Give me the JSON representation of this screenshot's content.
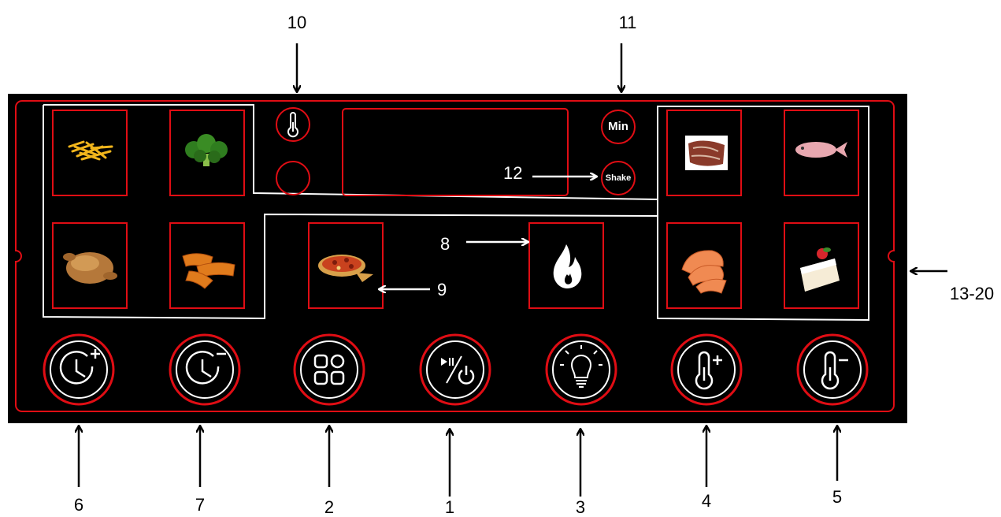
{
  "panel": {
    "colors": {
      "background": "#000000",
      "accent": "#e00d14",
      "outline": "#ffffff",
      "text": "#ffffff"
    },
    "display_buttons": {
      "min_label": "Min",
      "shake_label": "Shake"
    },
    "presets": [
      {
        "icon": "fries-icon"
      },
      {
        "icon": "broccoli-icon"
      },
      {
        "icon": "chicken-icon"
      },
      {
        "icon": "wings-icon"
      },
      {
        "icon": "steak-icon"
      },
      {
        "icon": "fish-icon"
      },
      {
        "icon": "shrimp-icon"
      },
      {
        "icon": "cake-icon"
      }
    ],
    "center_buttons": [
      {
        "icon": "pizza-icon"
      },
      {
        "icon": "flame-icon"
      }
    ],
    "bottom_buttons": [
      {
        "icon": "timer-plus-icon",
        "callout": "6"
      },
      {
        "icon": "timer-minus-icon",
        "callout": "7"
      },
      {
        "icon": "menu-grid-icon",
        "callout": "2"
      },
      {
        "icon": "play-pause-power-icon",
        "callout": "1"
      },
      {
        "icon": "light-bulb-icon",
        "callout": "3"
      },
      {
        "icon": "temp-plus-icon",
        "callout": "4"
      },
      {
        "icon": "temp-minus-icon",
        "callout": "5"
      }
    ]
  },
  "callouts": {
    "top_left": "10",
    "top_right": "11",
    "shake": "12",
    "flame": "8",
    "pizza": "9",
    "presets": "13-20"
  }
}
